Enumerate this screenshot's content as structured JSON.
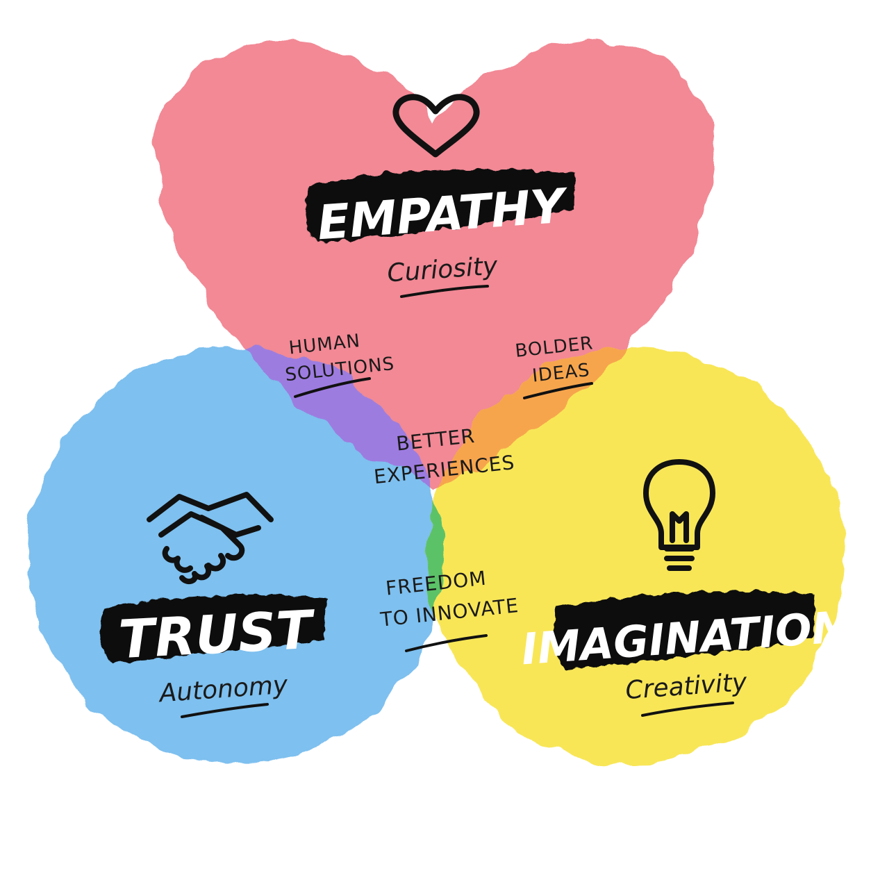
{
  "colors": {
    "empathy": "#ef6f7e",
    "trust": "#5aaeea",
    "imagination": "#f7e23a",
    "purple": "#9d7be0",
    "orange": "#f7a54e",
    "green": "#5cc267",
    "center": "#ffffff",
    "ink": "#111111"
  },
  "circles": {
    "empathy": {
      "title": "EMPATHY",
      "subtitle": "Curiosity",
      "icon": "heart-icon"
    },
    "trust": {
      "title": "TRUST",
      "subtitle": "Autonomy",
      "icon": "handshake-icon"
    },
    "imagination": {
      "title": "IMAGINATION",
      "subtitle": "Creativity",
      "icon": "lightbulb-icon"
    }
  },
  "overlaps": {
    "human_solutions": {
      "line1": "HUMAN",
      "line2": "SOLUTIONS"
    },
    "bolder_ideas": {
      "line1": "BOLDER",
      "line2": "IDEAS"
    },
    "freedom": {
      "line1": "FREEDOM",
      "line2": "TO INNOVATE"
    },
    "center": {
      "line1": "BETTER",
      "line2": "EXPERIENCES"
    }
  }
}
